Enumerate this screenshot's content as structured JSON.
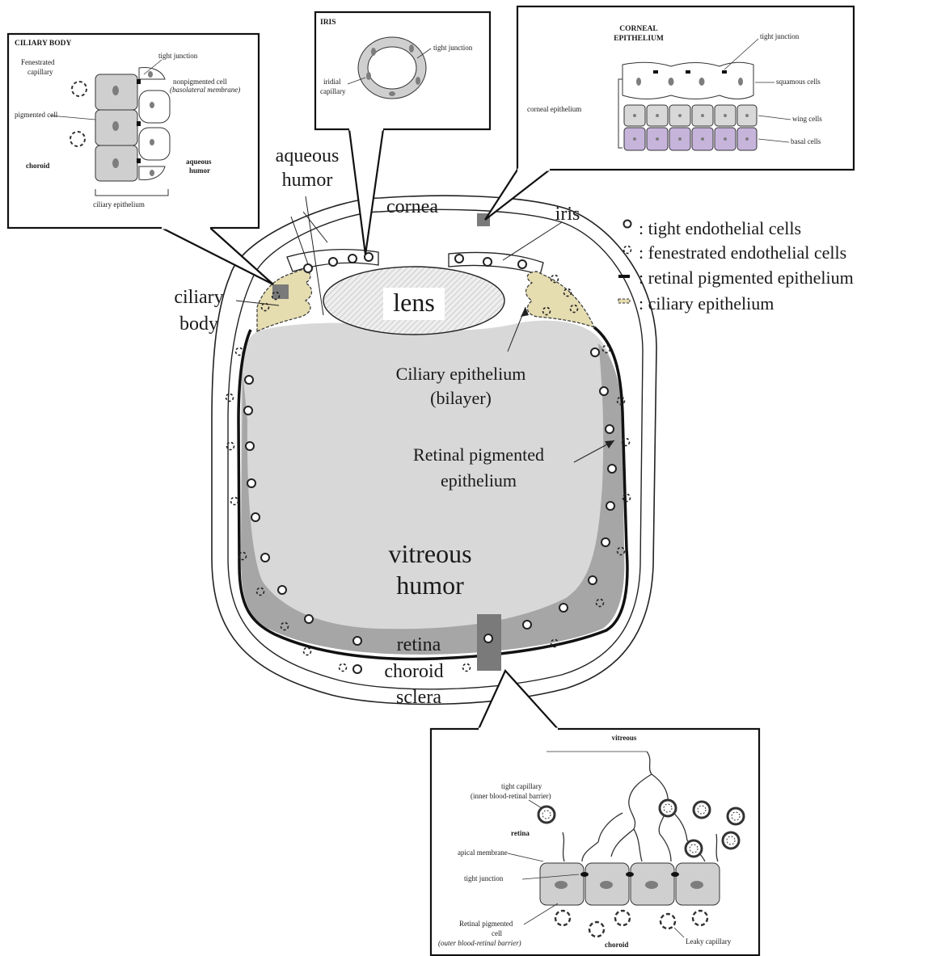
{
  "labels": {
    "aqueous_humor_1": "aqueous",
    "aqueous_humor_2": "humor",
    "cornea": "cornea",
    "iris": "iris",
    "lens": "lens",
    "ciliary_body_1": "ciliary",
    "ciliary_body_2": "body",
    "ciliary_epithelium_1": "Ciliary epithelium",
    "ciliary_epithelium_2": "(bilayer)",
    "rpe_1": "Retinal pigmented",
    "rpe_2": "epithelium",
    "vitreous_1": "vitreous",
    "vitreous_2": "humor",
    "retina": "retina",
    "choroid": "choroid",
    "sclera": "sclera"
  },
  "legend": [
    {
      "symbol": "tight-endothelial-icon",
      "text": ": tight endothelial cells"
    },
    {
      "symbol": "fenestrated-endothelial-icon",
      "text": ": fenestrated endothelial cells"
    },
    {
      "symbol": "rpe-line-icon",
      "text": ": retinal pigmented epithelium"
    },
    {
      "symbol": "ciliary-dash-icon",
      "text": ": ciliary epithelium"
    }
  ],
  "insets": {
    "ciliary_body": {
      "title": "CILIARY BODY",
      "fenestrated_1": "Fenestrated",
      "fenestrated_2": "capillary",
      "tight_junction": "tight junction",
      "nonpigmented_1": "nonpigmented cell",
      "nonpigmented_2": "(basolateral membrane)",
      "pigmented": "pigmented cell",
      "choroid": "choroid",
      "aqueous_1": "aqueous",
      "aqueous_2": "humor",
      "ciliary_epithelium": "ciliary epithelium"
    },
    "iris": {
      "title": "IRIS",
      "tight_junction": "tight junction",
      "iridial_1": "iridial",
      "iridial_2": "capillary"
    },
    "cornea": {
      "title_1": "CORNEAL",
      "title_2": "EPITHELIUM",
      "tight_junction": "tight junction",
      "squamous": "squamous cells",
      "corneal_epithelium": "corneal epithelium",
      "wing": "wing cells",
      "basal": "basal cells"
    },
    "retina": {
      "vitreous": "vitreous",
      "tight_capillary_1": "tight capillary",
      "tight_capillary_2": "(inner blood-retinal barrier)",
      "retina": "retina",
      "apical": "apical membrane",
      "tight_junction": "tight junction",
      "rpe_1": "Retinal pigmented",
      "rpe_2": "cell",
      "rpe_3": "(outer blood-retinal barrier)",
      "choroid": "choroid",
      "leaky": "Leaky capillary"
    }
  },
  "colors": {
    "vitreous": "#d8d8d8",
    "retina_band": "#a6a6a6",
    "cell_gray": "#cfcfcf",
    "nucleus": "#7d7d7d",
    "basal_cell": "#c6b4db",
    "ciliary_epi": "#e5dcb0"
  }
}
